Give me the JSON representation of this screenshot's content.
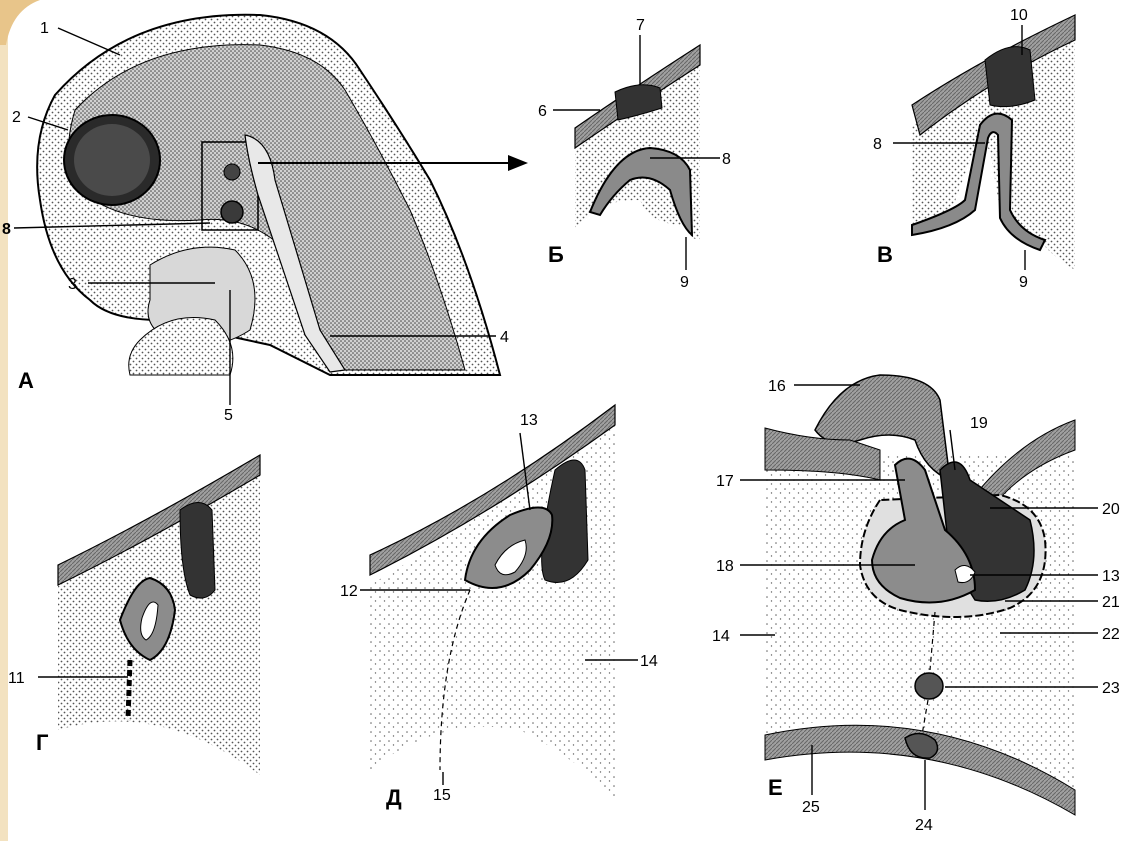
{
  "panels": {
    "A": "А",
    "B": "Б",
    "V": "В",
    "G": "Г",
    "D": "Д",
    "E": "Е"
  },
  "labels": {
    "a1": "1",
    "a2": "2",
    "a8": "8",
    "a3": "3",
    "a4": "4",
    "a5": "5",
    "b6": "6",
    "b7": "7",
    "b8": "8",
    "b9": "9",
    "v10": "10",
    "v8": "8",
    "v9": "9",
    "g11": "11",
    "d13": "13",
    "d12": "12",
    "d14": "14",
    "d15": "15",
    "e16": "16",
    "e19": "19",
    "e17": "17",
    "e20": "20",
    "e18": "18",
    "e13": "13",
    "e21": "21",
    "e14": "14",
    "e22": "22",
    "e23": "23",
    "e24": "24",
    "e25": "25"
  },
  "colors": {
    "frame_accent": "#e8c58a",
    "dark_tissue": "#3a3a3a",
    "medium_tissue": "#8c8c8c",
    "light_tissue": "#c8c8c8",
    "ink": "#000000"
  }
}
